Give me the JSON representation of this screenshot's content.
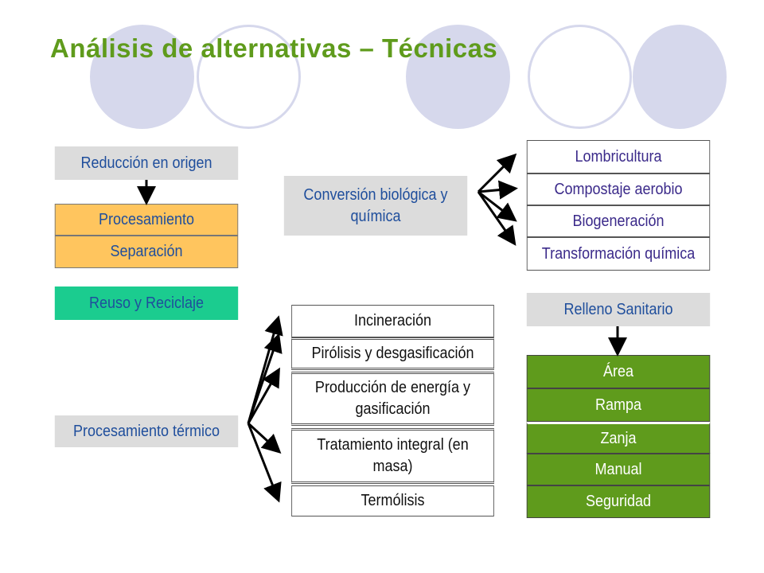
{
  "title": "Análisis de alternativas – Técnicas",
  "nodes": {
    "reduccion": "Reducción en origen",
    "procesamiento": "Procesamiento",
    "separacion": "Separación",
    "reuso": "Reuso y Reciclaje",
    "conversion": "Conversión biológica y química",
    "lombricultura": "Lombricultura",
    "compostaje": "Compostaje aerobio",
    "biogeneracion": "Biogeneración",
    "transformacion": "Transformación química",
    "termico": "Procesamiento térmico",
    "incineracion": "Incineración",
    "pirolisis": "Pirólisis y desgasificación",
    "produccion": "Producción de energía y gasificación",
    "tratamiento": "Tratamiento integral (en masa)",
    "termolisis": "Termólisis",
    "relleno": "Relleno Sanitario",
    "area": "Área",
    "rampa": "Rampa",
    "zanja": "Zanja",
    "manual": "Manual",
    "seguridad": "Seguridad"
  }
}
